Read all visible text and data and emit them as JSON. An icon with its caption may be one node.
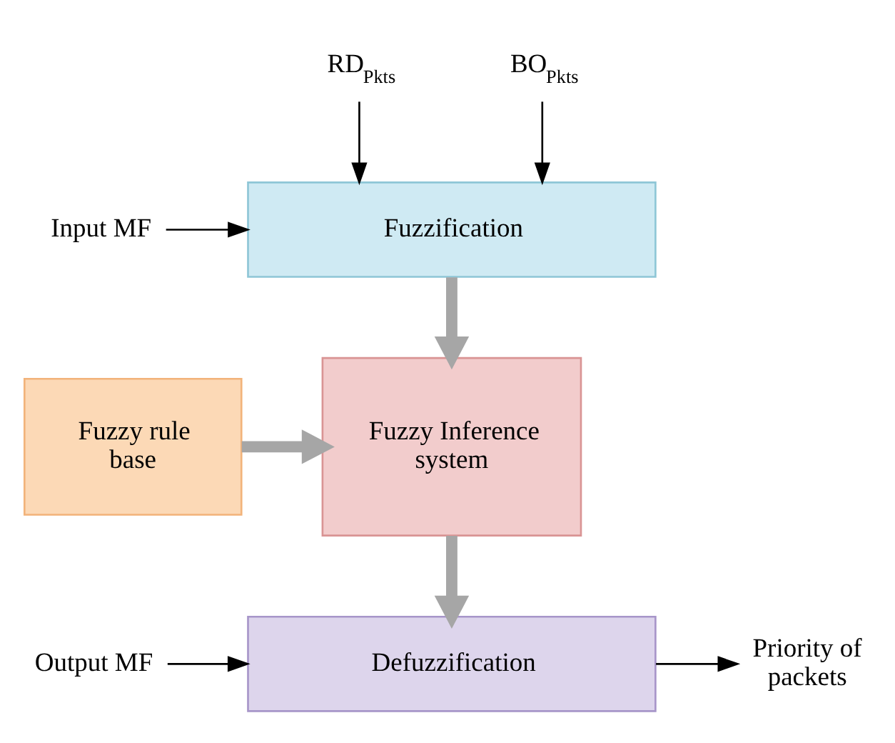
{
  "diagram": {
    "nodes": [
      {
        "text": [
          "RD$_{Pkts}$"
        ]
      },
      {
        "text": [
          "BO$_{Pkts}$"
        ]
      },
      {
        "text": [
          "Input MF"
        ]
      },
      {
        "text": [
          "Fuzzification"
        ]
      },
      {
        "text": [
          "Fuzzy rule base"
        ]
      },
      {
        "text": [
          "Fuzzy Inference system"
        ]
      },
      {
        "text": [
          "Output MF"
        ]
      },
      {
        "text": [
          "Defuzzification"
        ]
      },
      {
        "text": [
          "Priority of packets"
        ]
      }
    ],
    "edges": [
      {
        "from": 0,
        "to": 3,
        "arrow": "to"
      },
      {
        "from": 1,
        "to": 3,
        "arrow": "to"
      },
      {
        "from": 2,
        "to": 3,
        "arrow": "to"
      },
      {
        "from": 3,
        "to": 5,
        "arrow": "to",
        "style": "thick",
        "color": "#a6a6a6"
      },
      {
        "from": 4,
        "to": 5,
        "arrow": "to",
        "style": "thick",
        "color": "#a6a6a6"
      },
      {
        "from": 5,
        "to": 7,
        "arrow": "to",
        "style": "thick",
        "color": "#a6a6a6"
      },
      {
        "from": 6,
        "to": 7,
        "arrow": "to"
      },
      {
        "from": 7,
        "to": 8,
        "arrow": "to"
      }
    ]
  }
}
